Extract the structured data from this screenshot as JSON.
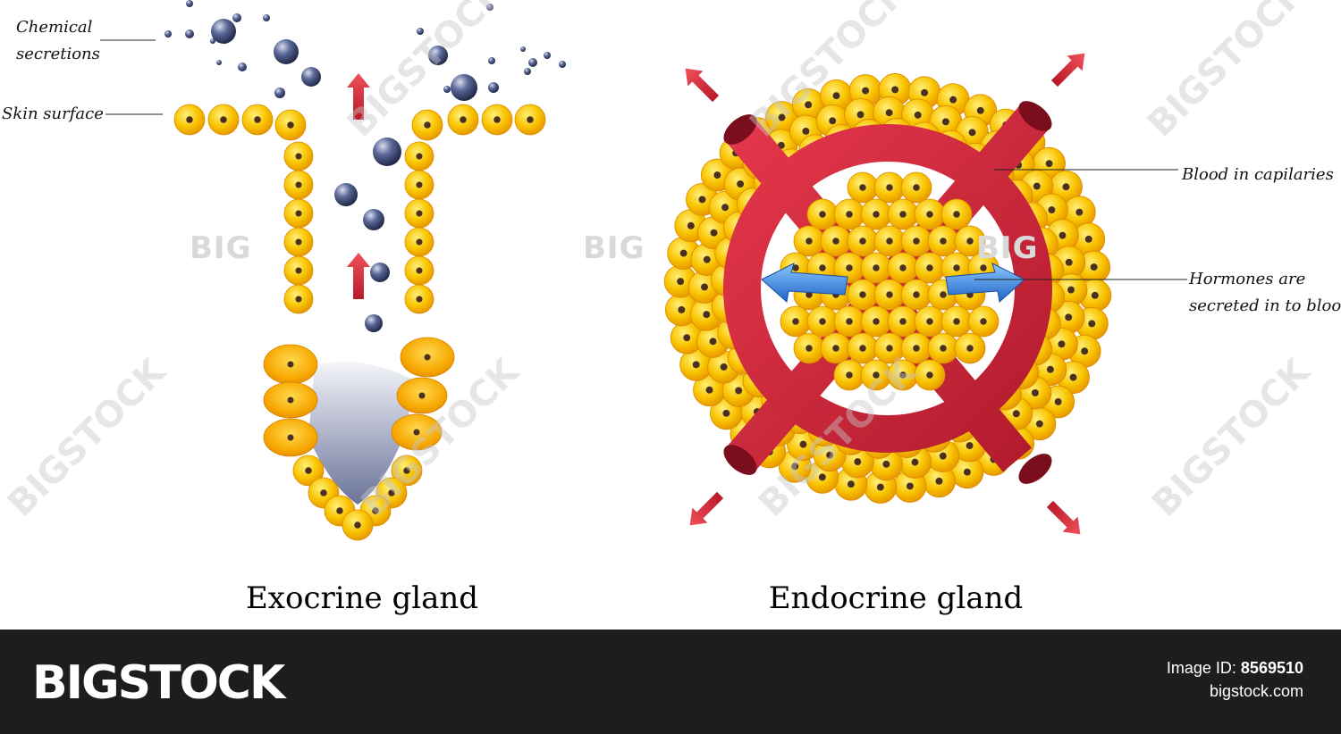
{
  "labels": {
    "chemical_line1": "Chemical",
    "chemical_line2": "secretions",
    "skin_surface": "Skin surface",
    "blood": "Blood in capilaries",
    "hormones_line1": "Hormones are",
    "hormones_line2": "secreted in to blood"
  },
  "titles": {
    "exocrine": "Exocrine gland",
    "endocrine": "Endocrine gland"
  },
  "watermark": {
    "big": "BIG",
    "stock": "BIGSTOCK"
  },
  "footer": {
    "brand": "BIGSTOCK",
    "image_id_label": "Image ID:",
    "image_id": "8569510",
    "site": "bigstock.com"
  },
  "colors": {
    "cell": "#f5b800",
    "cell_light": "#ffe45a",
    "nucleus": "#5a3a20",
    "vessel": "#d42a3c",
    "droplet": "#3c4a78",
    "arrow_red": "#d8303a",
    "arrow_blue": "#3a8ad8"
  }
}
